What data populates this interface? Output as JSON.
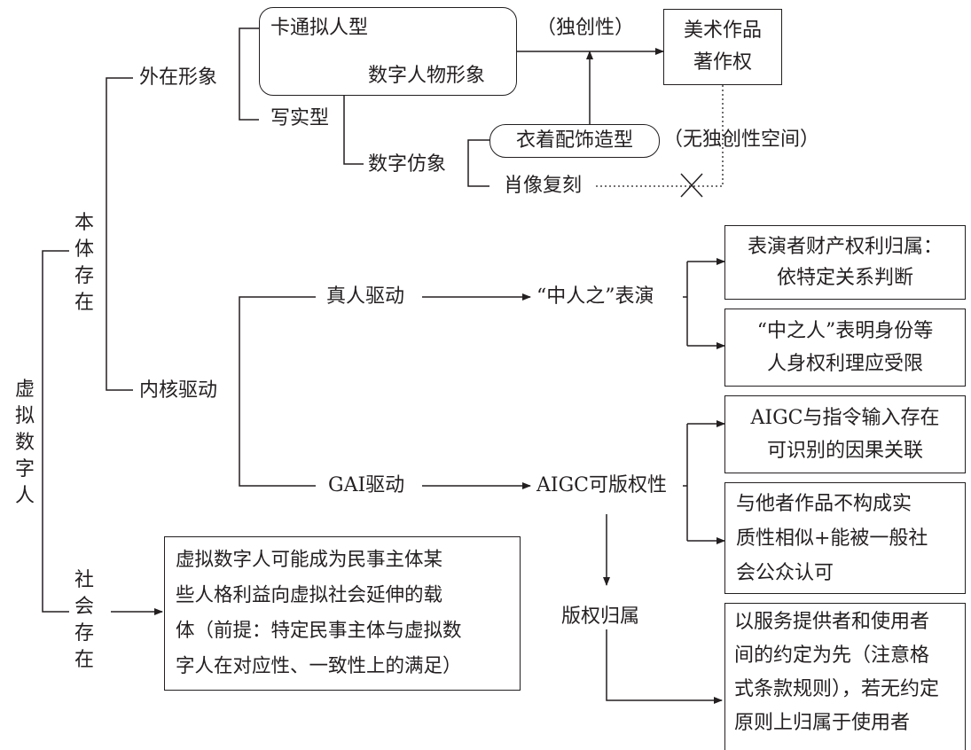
{
  "root": "虚拟数字人",
  "ontology": "本体存在",
  "social": "社会存在",
  "appearance": "外在形象",
  "core_drive": "内核驱动",
  "cartoon": "卡通拟人型",
  "realistic": "写实型",
  "digital_character": "数字人物形象",
  "digital_imitation": "数字仿象",
  "clothing": "衣着配饰造型",
  "portrait_copy": "肖像复刻",
  "originality": "（独创性）",
  "no_originality": "（无独创性空间）",
  "art_copyright": [
    "美术作品",
    "著作权"
  ],
  "human_drive": "真人驱动",
  "performer": "“中人之”表演",
  "perf_rights_1": [
    "表演者财产权利归属：",
    "依特定关系判断"
  ],
  "perf_rights_2": [
    "“中之人”表明身份等",
    "人身权利理应受限"
  ],
  "gai_drive": "GAI驱动",
  "aigc": "AIGC可版权性",
  "aigc_cond_1": [
    "AIGC与指令输入存在",
    "可识别的因果关联"
  ],
  "aigc_cond_2": [
    "与他者作品不构成实",
    "质性相似+能被一般社",
    "会公众认可"
  ],
  "ownership": "版权归属",
  "ownership_detail": [
    "以服务提供者和使用者",
    "间的约定为先（注意格",
    "式条款规则），若无约定",
    "原则上归属于使用者"
  ],
  "social_detail": [
    "虚拟数字人可能成为民事主体某",
    "些人格利益向虚拟社会延伸的载",
    "体（前提：特定民事主体与虚拟数",
    "字人在对应性、一致性上的满足）"
  ]
}
